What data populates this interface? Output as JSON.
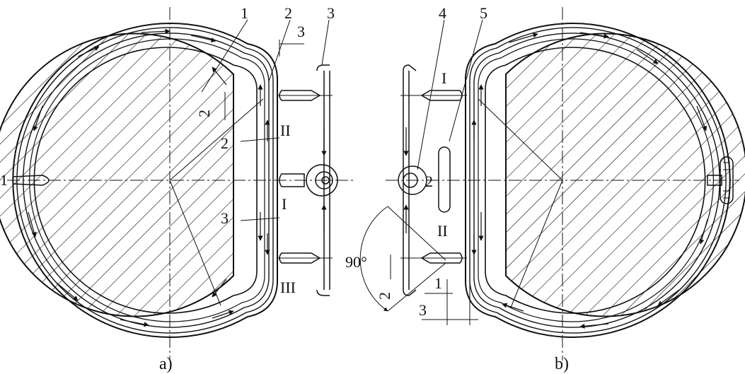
{
  "panels": [
    {
      "id": "a",
      "caption": "a)"
    },
    {
      "id": "b",
      "caption": "b)"
    }
  ],
  "labels_a": {
    "top": [
      "1",
      "2",
      "3"
    ],
    "dim": [
      "3",
      "2",
      "1"
    ],
    "sections": [
      "2",
      "3"
    ],
    "roman": [
      "II",
      "I",
      "III"
    ]
  },
  "labels_b": {
    "top": [
      "4",
      "5"
    ],
    "roman": [
      "I",
      "II"
    ],
    "side": [
      "2"
    ],
    "dims": [
      "1",
      "2",
      "3"
    ],
    "angle": "90°"
  },
  "colors": {
    "ink": "#111111",
    "paper": "#ffffff"
  }
}
